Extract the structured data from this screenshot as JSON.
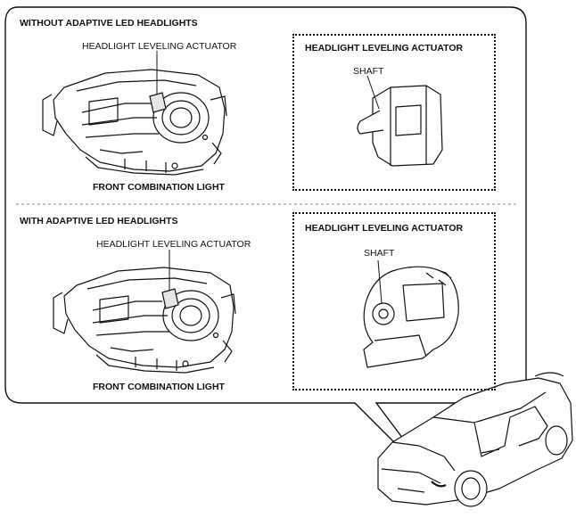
{
  "section_top": {
    "title": "WITHOUT ADAPTIVE LED HEADLIGHTS",
    "actuator_callout": "HEADLIGHT LEVELING ACTUATOR",
    "assembly_label": "FRONT COMBINATION LIGHT",
    "inset_title": "HEADLIGHT LEVELING ACTUATOR",
    "inset_shaft": "SHAFT"
  },
  "section_bottom": {
    "title": "WITH ADAPTIVE LED HEADLIGHTS",
    "actuator_callout": "HEADLIGHT LEVELING ACTUATOR",
    "assembly_label": "FRONT COMBINATION LIGHT",
    "inset_title": "HEADLIGHT LEVELING ACTUATOR",
    "inset_shaft": "SHAFT"
  }
}
